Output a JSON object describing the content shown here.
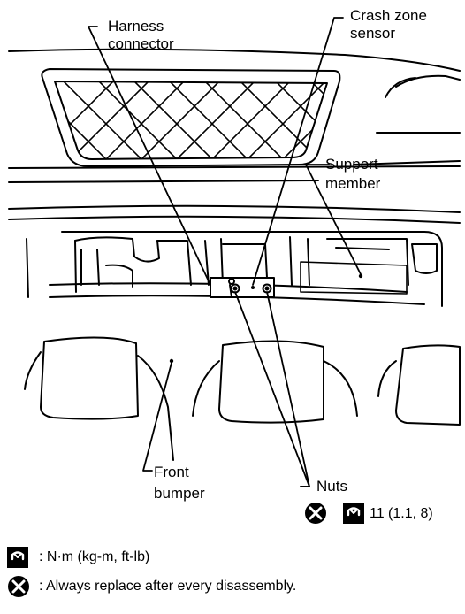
{
  "labels": {
    "harness_connector_1": "Harness",
    "harness_connector_2": "connector",
    "crash_zone_sensor_1": "Crash zone",
    "crash_zone_sensor_2": "sensor",
    "support_member_1": "Support",
    "support_member_2": "member",
    "front_bumper_1": "Front",
    "front_bumper_2": "bumper",
    "nuts": "Nuts"
  },
  "torque_spec": "11 (1.1, 8)",
  "legend": {
    "wrench_text": ": N·m (kg-m, ft-lb)",
    "replace_text": ": Always replace after every disassembly."
  },
  "icons": {
    "torque": "torque-wrench-icon",
    "replace": "always-replace-icon"
  }
}
